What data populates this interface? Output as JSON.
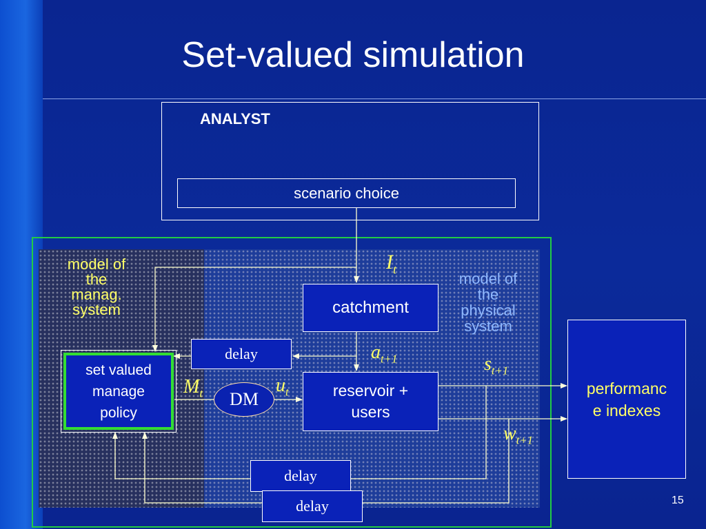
{
  "slide": {
    "title": "Set-valued simulation",
    "page_number": "15"
  },
  "analyst": {
    "label": "ANALYST",
    "scenario_choice": "scenario choice"
  },
  "model_management": {
    "label_lines": [
      "model of",
      "the",
      "manag.",
      "system"
    ]
  },
  "model_physical": {
    "label_lines": [
      "model of",
      "the",
      "physical",
      "system"
    ]
  },
  "blocks": {
    "catchment": "catchment",
    "delay_top": "delay",
    "policy_lines": [
      "set valued",
      "manage",
      "policy"
    ],
    "dm": "DM",
    "reservoir_lines": [
      "reservoir +",
      "users"
    ],
    "performance_lines": [
      "performanc",
      "e indexes"
    ],
    "delay_bottom1": "delay",
    "delay_bottom2": "delay"
  },
  "symbols": {
    "I": {
      "base": "I",
      "sub": "t"
    },
    "a": {
      "base": "a",
      "sub": "t+1"
    },
    "s": {
      "base": "s",
      "sub": "t+1"
    },
    "w": {
      "base": "w",
      "sub": "t+1"
    },
    "M": {
      "base": "M",
      "sub": "t"
    },
    "u": {
      "base": "u",
      "sub": "t"
    }
  },
  "colors": {
    "background": "#0a2590",
    "accent_yellow": "#ffff66",
    "green_border": "#33dd33",
    "light_blue_text": "#8fb8ff"
  }
}
